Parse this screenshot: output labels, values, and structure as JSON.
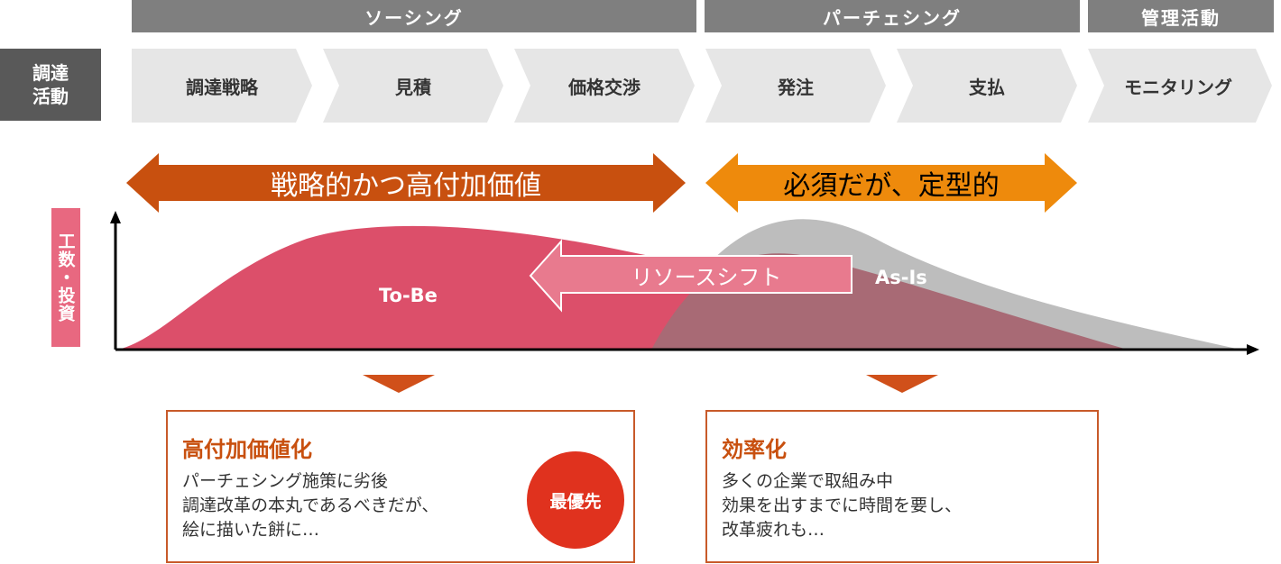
{
  "phases": {
    "sourcing": "ソーシング",
    "purchasing": "パーチェシング",
    "management": "管理活動"
  },
  "row_label": [
    "調達",
    "活動"
  ],
  "steps": [
    "調達戦略",
    "見積",
    "価格交渉",
    "発注",
    "支払",
    "モニタリング"
  ],
  "arrows": {
    "strategic": "戦略的かつ高付加価値",
    "routine": "必須だが、定型的"
  },
  "chart": {
    "y_label": "工数・投資",
    "to_be": "To-Be",
    "as_is": "As-Is",
    "shift": "リソースシフト"
  },
  "cards": {
    "left": {
      "title": "高付加価値化",
      "lines": [
        "パーチェシング施策に劣後",
        "調達改革の本丸であるべきだが、",
        "絵に描いた餅に…"
      ],
      "badge": "最優先"
    },
    "right": {
      "title": "効率化",
      "lines": [
        "多くの企業で取組み中",
        "効果を出すまでに時間を要し、",
        "改革疲れも…"
      ]
    }
  },
  "colors": {
    "phase_bar": "#7f7f7f",
    "row_label": "#595959",
    "step_chevron": "#e6e6e6",
    "strategic_arrow": "#c8500f",
    "routine_arrow": "#ee8a0c",
    "to_be_fill": "#dc4f6a",
    "as_is_fill": "#bdbdbd",
    "overlap_fill": "#a86a75",
    "card_border": "#c85a2a",
    "badge": "#e0321e"
  }
}
